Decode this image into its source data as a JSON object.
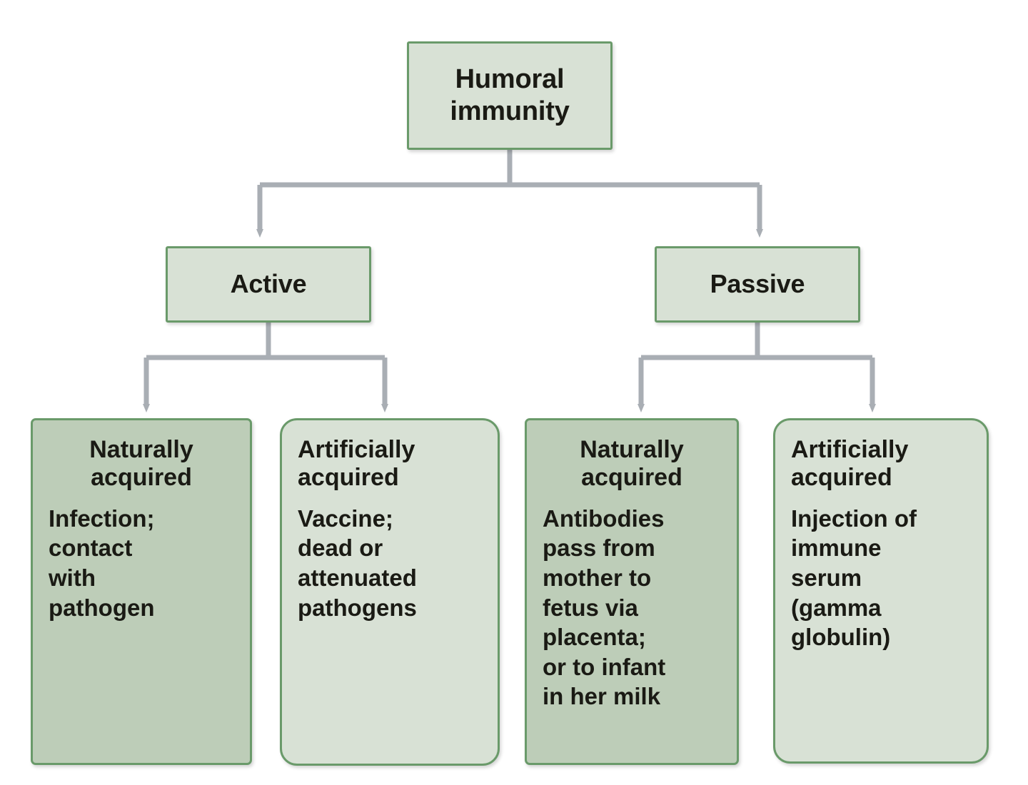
{
  "diagram": {
    "title": "Humoral immunity classification",
    "type": "tree-flowchart",
    "colors": {
      "background": "#ffffff",
      "box_border": "#6a9a6a",
      "box_fill_light": "#d8e1d5",
      "box_fill_dark": "#bdcdb8",
      "connector": "#a9aeb4",
      "text": "#1a1a14"
    },
    "root": {
      "label": "Humoral\nimmunity"
    },
    "branches": [
      {
        "id": "active",
        "label": "Active"
      },
      {
        "id": "passive",
        "label": "Passive"
      }
    ],
    "leaves": [
      {
        "id": "active-natural",
        "parent": "active",
        "heading": "Naturally\nacquired",
        "heading_align": "center",
        "body": "Infection;\ncontact\nwith\npathogen",
        "fill": "dark",
        "corners": "soft"
      },
      {
        "id": "active-artificial",
        "parent": "active",
        "heading": "Artificially\nacquired",
        "heading_align": "left",
        "body": "Vaccine;\ndead or\nattenuated\npathogens",
        "fill": "light",
        "corners": "rounded"
      },
      {
        "id": "passive-natural",
        "parent": "passive",
        "heading": "Naturally\nacquired",
        "heading_align": "center",
        "body": "Antibodies\npass from\nmother to\nfetus via\nplacenta;\nor to infant\nin her milk",
        "fill": "dark",
        "corners": "soft"
      },
      {
        "id": "passive-artificial",
        "parent": "passive",
        "heading": "Artificially\nacquired",
        "heading_align": "left",
        "body": "Injection of\nimmune\nserum\n(gamma\nglobulin)",
        "fill": "light",
        "corners": "rounded"
      }
    ]
  }
}
